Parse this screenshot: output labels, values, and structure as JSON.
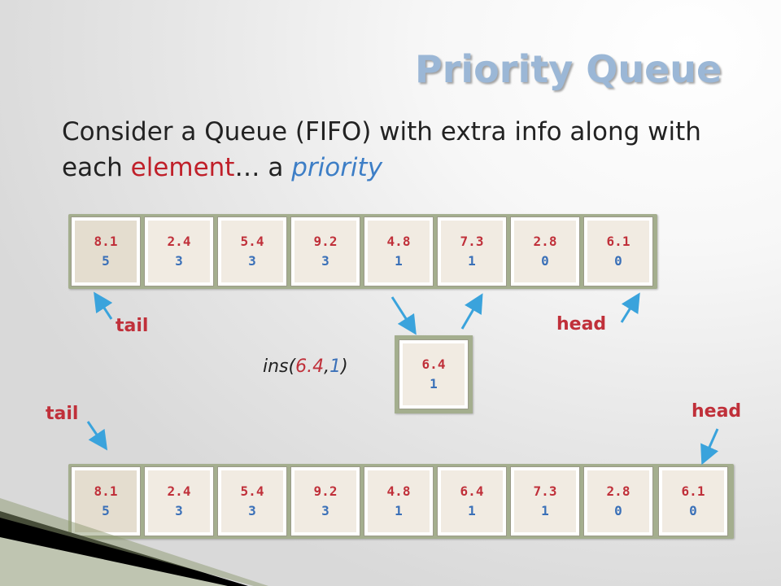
{
  "slide": {
    "title": "Priority Queue",
    "text_before": "Consider a Queue (FIFO) with extra info along with each ",
    "text_element": "element",
    "text_middle": "… a ",
    "text_priority": "priority"
  },
  "top_queue": [
    {
      "value": "8.1",
      "priority": "5"
    },
    {
      "value": "2.4",
      "priority": "3"
    },
    {
      "value": "5.4",
      "priority": "3"
    },
    {
      "value": "9.2",
      "priority": "3"
    },
    {
      "value": "4.8",
      "priority": "1"
    },
    {
      "value": "7.3",
      "priority": "1"
    },
    {
      "value": "2.8",
      "priority": "0"
    },
    {
      "value": "6.1",
      "priority": "0"
    }
  ],
  "new_element": {
    "value": "6.4",
    "priority": "1"
  },
  "insert_call": {
    "prefix": "ins(",
    "value": "6.4",
    "comma": ",",
    "priority": "1",
    "suffix": ")"
  },
  "labels": {
    "tail": "tail",
    "head": "head"
  },
  "bottom_queue": [
    {
      "value": "8.1",
      "priority": "5"
    },
    {
      "value": "2.4",
      "priority": "3"
    },
    {
      "value": "5.4",
      "priority": "3"
    },
    {
      "value": "9.2",
      "priority": "3"
    },
    {
      "value": "4.8",
      "priority": "1"
    },
    {
      "value": "6.4",
      "priority": "1"
    },
    {
      "value": "7.3",
      "priority": "1"
    },
    {
      "value": "2.8",
      "priority": "0"
    },
    {
      "value": "6.1",
      "priority": "0"
    }
  ],
  "colors": {
    "value_text": "#c0303a",
    "priority_text": "#3a70b8",
    "arrow": "#3aa3dc",
    "title": "#9bb7d6"
  }
}
